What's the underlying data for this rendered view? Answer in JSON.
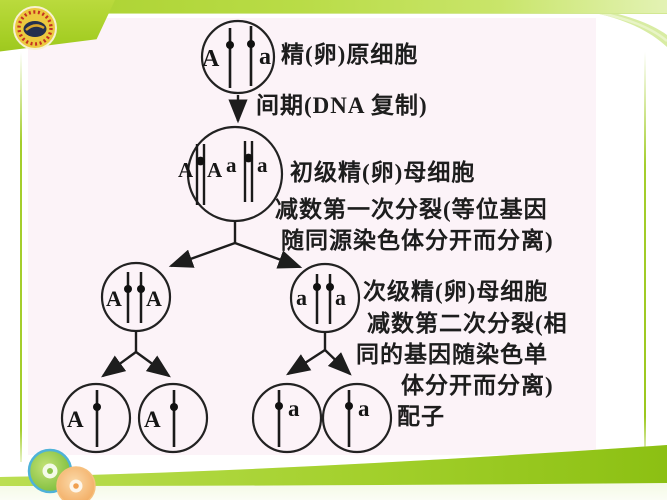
{
  "slide": {
    "kind": "presentation-slide",
    "topic": "meiosis-diagram",
    "content_bg": "#fcf3f8",
    "accent_green": "#a4ce2c",
    "swoosh_green": "#8cc013",
    "ink_color": "#1d1d1d",
    "icons": {
      "corner_logo": "school-seal-icon",
      "bottom_left": "cd-discs-icon"
    },
    "logo_colors": {
      "gold": "#ecc93f",
      "red": "#c43222",
      "dark": "#24304e"
    },
    "cd_colors": {
      "back_disc": "#7fc13c",
      "back_rim": "#4fb2d8",
      "front_disc": "#f3a95e"
    }
  },
  "diagram": {
    "cell1": {
      "left_allele": "A",
      "right_allele": "a",
      "label": "精(卵)原细胞"
    },
    "interphase_label": "间期(DNA 复制)",
    "cell2": {
      "a1": "A",
      "a2": "A",
      "a3": "a",
      "a4": "a",
      "label": "初级精(卵)母细胞"
    },
    "meiosis1": {
      "line1": "减数第一次分裂(等位基因",
      "line2": "随同源染色体分开而分离)"
    },
    "cell3a": {
      "left_allele": "A",
      "right_allele": "A"
    },
    "cell3b": {
      "left_allele": "a",
      "right_allele": "a"
    },
    "cell3_label": "次级精(卵)母细胞",
    "meiosis2": {
      "line1": "减数第二次分裂(相",
      "line2": "同的基因随染色单",
      "line3": "体分开而分离)"
    },
    "gametes": {
      "g1": "A",
      "g2": "A",
      "g3": "a",
      "g4": "a",
      "label": "配子"
    }
  }
}
